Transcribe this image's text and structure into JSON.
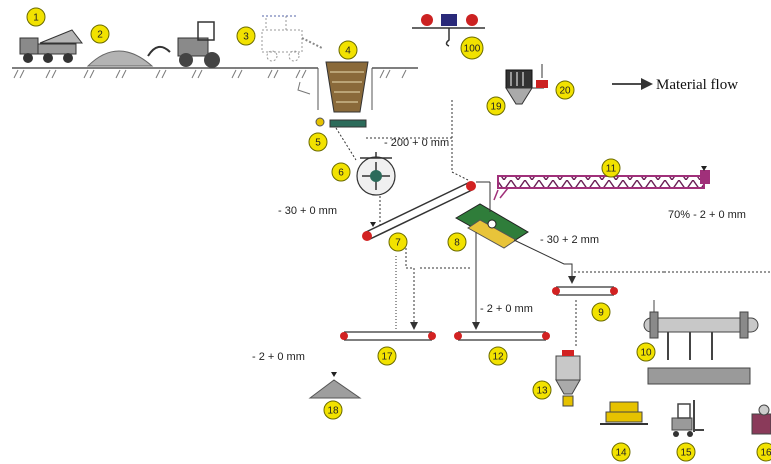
{
  "legend": {
    "label": "Material flow"
  },
  "size_labels": {
    "feed": "- 200 + 0 mm",
    "crushed": "- 30 + 0 mm",
    "screen_oversize": "- 30 + 2 mm",
    "screen_fines": "- 2 + 0 mm",
    "stockpile": "- 2 + 0 mm",
    "conveyor_ratio": "70% - 2 + 0 mm"
  },
  "markers": [
    "1",
    "2",
    "3",
    "4",
    "5",
    "6",
    "7",
    "8",
    "9",
    "10",
    "11",
    "12",
    "13",
    "14",
    "15",
    "16",
    "17",
    "18",
    "19",
    "20",
    "100"
  ],
  "colors": {
    "marker_fill": "#f2e200",
    "marker_stroke": "#6b6b00",
    "screw_conveyor": "#a0307a",
    "screen": "#2f7d3a",
    "roller": "#d22222",
    "ground": "#555555",
    "machinery": "#9a9a9a",
    "flow_line": "#333333"
  }
}
